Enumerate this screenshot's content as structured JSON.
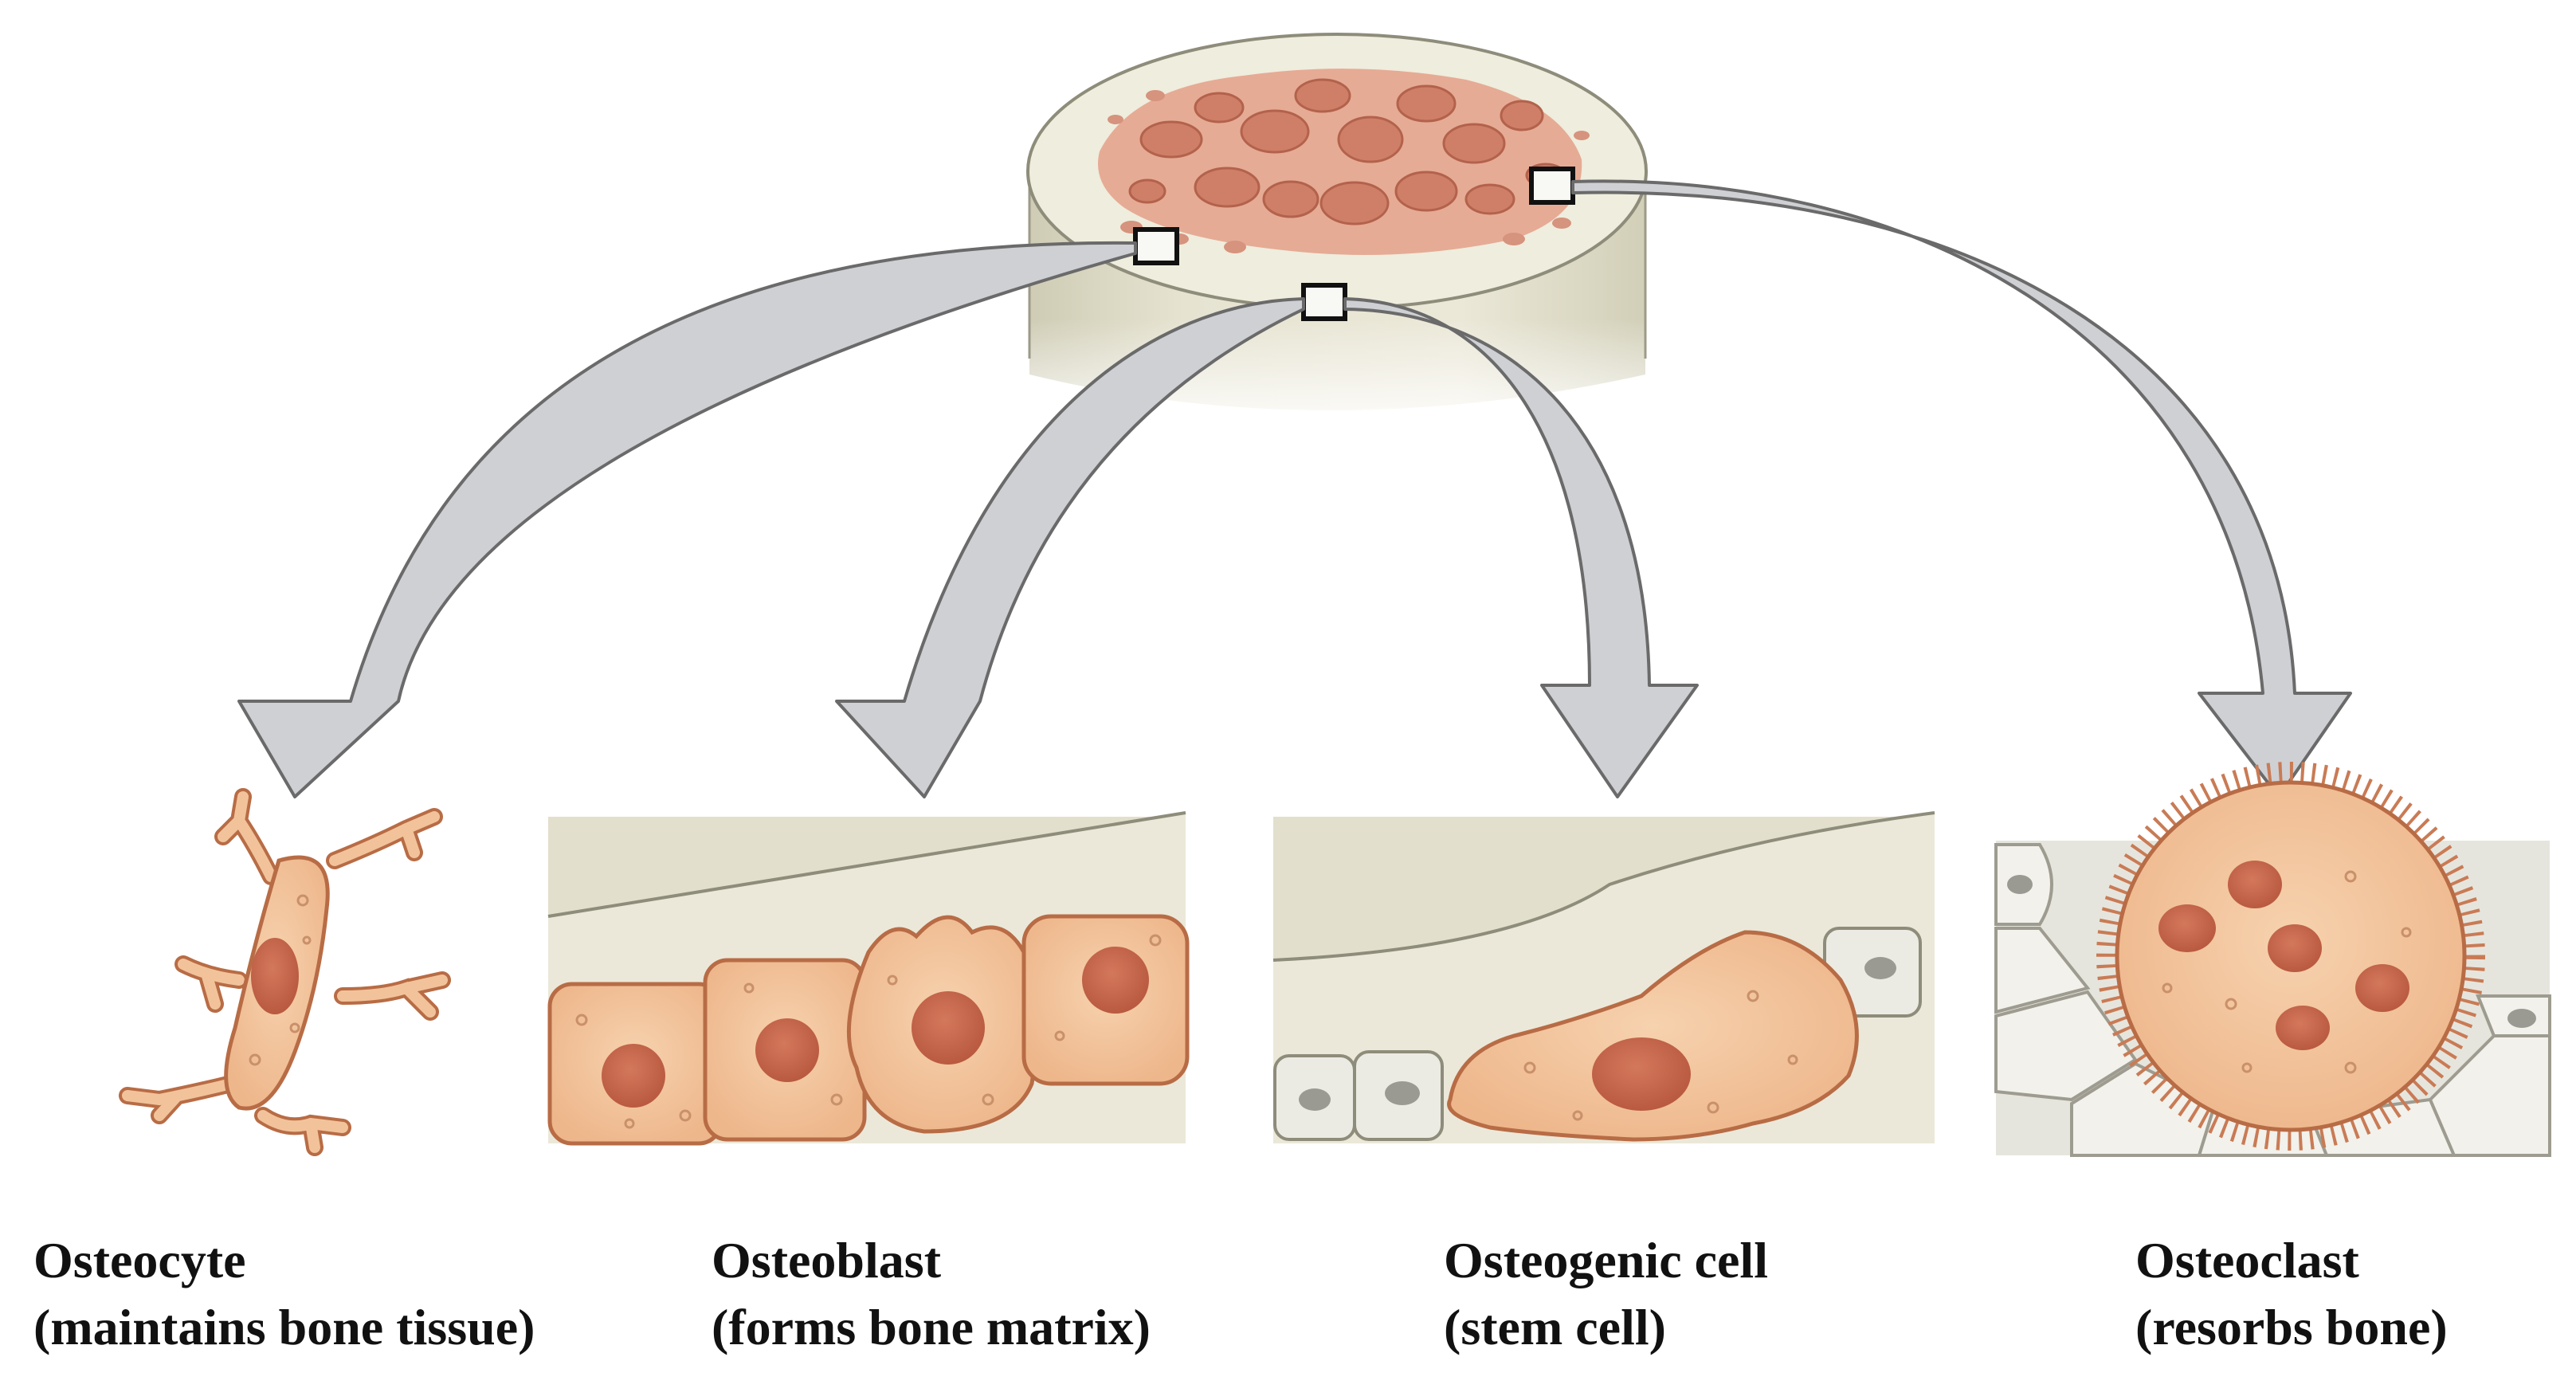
{
  "cells": [
    {
      "id": "osteocyte",
      "name": "Osteocyte",
      "function": "(maintains bone tissue)"
    },
    {
      "id": "osteoblast",
      "name": "Osteoblast",
      "function": "(forms bone matrix)"
    },
    {
      "id": "osteogenic",
      "name": "Osteogenic cell",
      "function": "(stem cell)"
    },
    {
      "id": "osteoclast",
      "name": "Osteoclast",
      "function": "(resorbs bone)"
    }
  ],
  "colors": {
    "cell_fill": "#f2c39a",
    "cell_stroke": "#b86c45",
    "nucleus": "#c8694e",
    "bone_matrix": "#ece9d7",
    "bone_shaft": "#e3e0cc",
    "spongy_bone": "#d99682",
    "arrow_fill": "#cfd0d4",
    "arrow_stroke": "#6a6a6a"
  }
}
